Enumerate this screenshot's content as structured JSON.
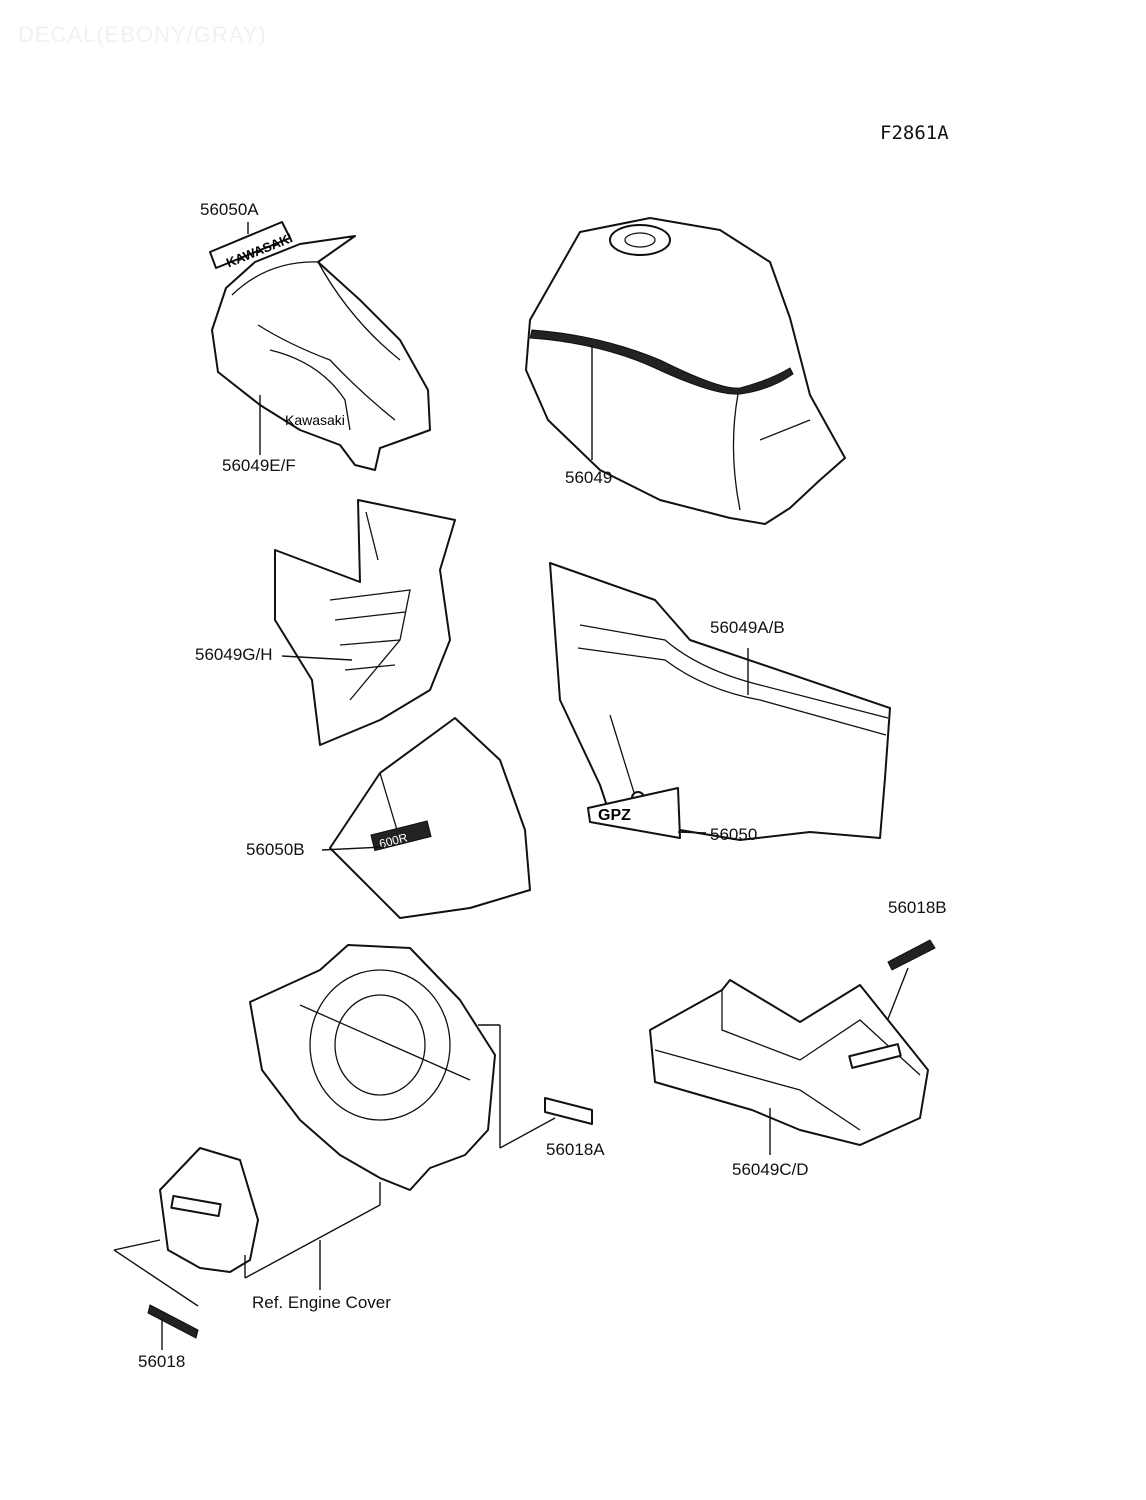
{
  "watermark": "DECAL(EBONY/GRAY)",
  "figure_code": "F2861A",
  "labels": {
    "p56050A": "56050A",
    "p56049EF": "56049E/F",
    "p56049": "56049",
    "p56049GH": "56049G/H",
    "p56049AB": "56049A/B",
    "p56050B": "56050B",
    "p56050": "56050",
    "p56018B": "56018B",
    "p56018A": "56018A",
    "p56049CD": "56049C/D",
    "p56018": "56018",
    "ref_engine_cover": "Ref. Engine Cover"
  },
  "decal_text": {
    "kawasaki_fairing": "Kawasaki",
    "kawasaki_upper": "KAWASAKI",
    "gpz": "GPZ",
    "model_600": "600R"
  }
}
